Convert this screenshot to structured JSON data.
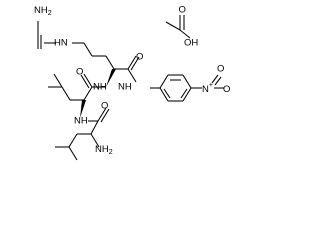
{
  "atoms": {
    "guanidine_nh2": "NH",
    "guanidine_nh2_sub": "2",
    "guanidine_hn": "HN",
    "arg_nh": "NH",
    "arg_o": "O",
    "amide_nh": "NH",
    "val_leu_o": "O",
    "leu_nh": "NH",
    "val_o": "O",
    "val_nh2": "NH",
    "val_nh2_sub": "2",
    "nitro_n": "N",
    "nitro_plus": "+",
    "nitro_o": "O",
    "nitro_o_minus": "−",
    "nitro_o_top": "O",
    "acetate_o": "O",
    "acetate_oh": "OH"
  }
}
